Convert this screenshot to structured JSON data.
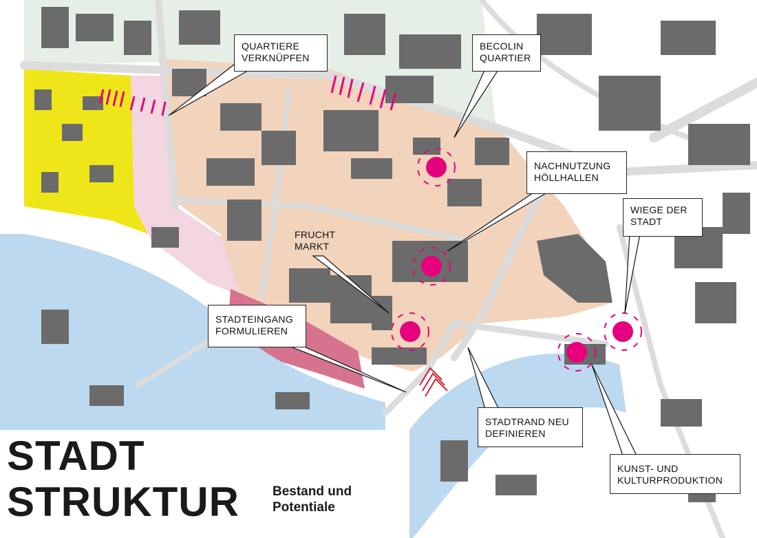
{
  "title": {
    "line1": "STADT",
    "line2": "STRUKTUR",
    "subtitle_line1": "Bestand und",
    "subtitle_line2": "Potentiale"
  },
  "callouts": [
    {
      "id": "quartiere",
      "lines": [
        "QUARTIERE",
        "VERKNÜPFEN"
      ]
    },
    {
      "id": "becolin",
      "lines": [
        "BECOLIN",
        "QUARTIER"
      ]
    },
    {
      "id": "nachnutzung",
      "lines": [
        "NACHNUTZUNG",
        "HÖLLHALLEN"
      ]
    },
    {
      "id": "wiege",
      "lines": [
        "WIEGE DER",
        "STADT"
      ]
    },
    {
      "id": "fruchtmarkt",
      "lines": [
        "FRUCHT",
        "MARKT"
      ]
    },
    {
      "id": "stadteingang",
      "lines": [
        "STADTEINGANG",
        "FORMULIEREN"
      ]
    },
    {
      "id": "stadtrand",
      "lines": [
        "STADTRAND NEU",
        "DEFINIEREN"
      ]
    },
    {
      "id": "kunst",
      "lines": [
        "KUNST- UND",
        "KULTURPRODUKTION"
      ]
    }
  ],
  "colors": {
    "study_area": "#f2d3bb",
    "buildings": "#6b6b6b",
    "water": "#bcd9ef",
    "residential_yellow": "#efe61a",
    "pink_zone": "#f3d6e0",
    "dark_pink_zone": "#d6738f",
    "hotspot": "#e6007e",
    "roads": "#dcdcdc"
  }
}
